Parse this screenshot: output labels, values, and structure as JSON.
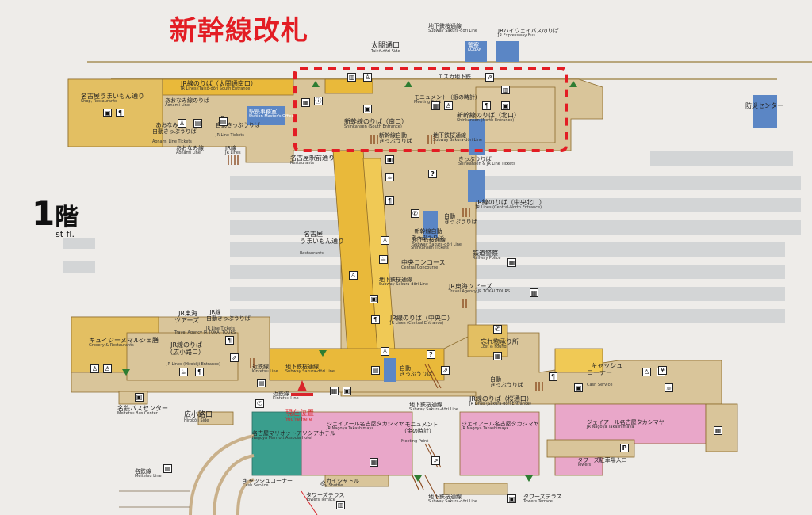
{
  "title": {
    "main": "新幹線改札"
  },
  "floor": {
    "number": "1",
    "kanji": "階",
    "en": "st fl."
  },
  "labels": {
    "taiko_exit": {
      "ja": "太閤通口",
      "en": "Taikō-dōri Side"
    },
    "subway_top": {
      "ja": "地下鉄桜通線",
      "en": "Subway Sakura-dōri Line"
    },
    "koban": {
      "ja": "警察",
      "en": "KOBAN"
    },
    "jr_highway_bus": {
      "ja": "JRハイウェイバスのりば",
      "en": "JR Expressway Bus"
    },
    "escalator_down": {
      "ja": "エスカ地下鉄"
    },
    "bousai": {
      "ja": "防災センター"
    },
    "jr_taiko_south": {
      "ja": "JR線のりば（太閤通南口）",
      "en": "JR Lines (Taikō-dōri South Entrance)"
    },
    "umaimon_top": {
      "ja": "名古屋うまいもん通り",
      "en": "Shop, Restaurants"
    },
    "aonami_ticket": {
      "ja": "あおなみ線のりば",
      "en": "Aonami Line"
    },
    "aonami_auto": {
      "ja": "あおなみ線\n自動きっぷうりば",
      "en": "Aonami Line Tickets"
    },
    "jr_auto": {
      "ja": "JR\n自動きっぷうりば",
      "en": "JR Line Tickets"
    },
    "stationmaster": {
      "ja": "駅長事務室",
      "en": "Station Master's Office"
    },
    "aonami_line": {
      "ja": "あおなみ線",
      "en": "Aonami Line"
    },
    "jr_lines": {
      "ja": "JR線",
      "en": "JR Lines"
    },
    "shinkansen_south": {
      "ja": "新幹線のりば（南口）",
      "en": "Shinkansen (South Entrance)"
    },
    "monument_silver": {
      "ja": "モニュメント（銀の時計）",
      "en": "Meeting Point"
    },
    "shinkansen_north": {
      "ja": "新幹線のりば（北口）",
      "en": "Shinkansen (North Entrance)"
    },
    "shinkansen_tickets_1": {
      "ja": "新幹線自動\nきっぷうりば"
    },
    "subway_mid": {
      "ja": "地下鉄桜通線",
      "en": "Subway Sakura-dōri Line"
    },
    "shinkansen_jr_tickets": {
      "ja": "きっぷうりば",
      "en": "Shinkansen & JR Line Tickets"
    },
    "meieki_ekimae": {
      "ja": "名古屋駅前通り",
      "en": "Restaurants"
    },
    "jr_central_north": {
      "ja": "JR線のりば（中央北口）",
      "en": "JR Lines (Central-North Entrance)"
    },
    "auto_ticket": {
      "ja": "自動\nきっぷうりば"
    },
    "shinkansen_tickets_2": {
      "ja": "新幹線自動\nきっぷうりば",
      "en": "Shinkansen Tickets"
    },
    "umaimon_mid": {
      "ja": "名古屋\nうまいもん通り",
      "en": "Restaurants"
    },
    "subway_2": {
      "ja": "地下鉄桜通線",
      "en": "Subway Sakura-dōri Line"
    },
    "railway_police": {
      "ja": "鉄道警察",
      "en": "Railway Police"
    },
    "central_concourse": {
      "ja": "中央コンコース",
      "en": "Central Concourse"
    },
    "subway_3": {
      "ja": "地下鉄桜通線",
      "en": "Subway Sakura-dōri Line"
    },
    "jr_tokai_tours": {
      "ja": "JR東海ツアーズ",
      "en": "Travel Agency JR TOKAI TOURS"
    },
    "jr_tokai_tours_left": {
      "ja": "JR東海\nツアーズ",
      "en": "Travel Agency JR TOKAI TOURS"
    },
    "jr_auto_left": {
      "ja": "JR線\n自動きっぷうりば",
      "en": "JR Line Tickets"
    },
    "jr_central": {
      "ja": "JR線のりば（中央口）",
      "en": "JR Lines (Central Entrance)"
    },
    "kiyoshi": {
      "ja": "キュイジーヌマルシェ膳",
      "en": "Grocery & Restaurants"
    },
    "jr_hirokoji": {
      "ja": "JR線のりば\n（広小路口）",
      "en": "JR Lines (Hirokōji Entrance)"
    },
    "lost_found": {
      "ja": "忘れ物承り所",
      "en": "Lost & Found"
    },
    "cash_corner_right": {
      "ja": "キャッシュ\nコーナー",
      "en": "Cash Service"
    },
    "kintetsu_left": {
      "ja": "近鉄線",
      "en": "Kintetsu Line"
    },
    "subway_4": {
      "ja": "地下鉄桜通線",
      "en": "Subway Sakura-dōri Line"
    },
    "kintetsu_left2": {
      "ja": "近鉄線",
      "en": "Kintetsu Line"
    },
    "auto_ticket_2": {
      "ja": "自動\nきっぷうりば"
    },
    "auto_ticket_3": {
      "ja": "自動\nきっぷうりば"
    },
    "meitetsu_bus": {
      "ja": "名鉄バスセンター",
      "en": "Meitetsu Bus Center"
    },
    "hirokoji_side": {
      "ja": "広小路口",
      "en": "Hirokōji Side"
    },
    "current_pos": {
      "ja": "現在位置",
      "en": "You're here"
    },
    "marriott": {
      "ja": "名古屋マリオットアソシアホテル",
      "en": "Nagoya Marriott Associa Hotel"
    },
    "takashimaya_1": {
      "ja": "ジェイアール名古屋タカシマヤ",
      "en": "JR Nagoya Takashimaya"
    },
    "monument_gold": {
      "ja": "モニュメント\n（金の時計）",
      "en": "Meeting Point"
    },
    "takashimaya_2": {
      "ja": "ジェイアール名古屋タカシマヤ",
      "en": "JR Nagoya Takashimaya"
    },
    "jr_sakura": {
      "ja": "JR線のりば（桜通口）",
      "en": "JR Lines (Sakura-dōri Entrance)"
    },
    "subway_5": {
      "ja": "地下鉄桜通線",
      "en": "Subway Sakura-dōri Line"
    },
    "takashimaya_3": {
      "ja": "ジェイアール名古屋タカシマヤ",
      "en": "JR Nagoya Takashimaya"
    },
    "towers_parking": {
      "ja": "タワーズ駐車場入口",
      "en": "Towers"
    },
    "meitetsu_line": {
      "ja": "名鉄線",
      "en": "Meitetsu Line"
    },
    "cash_corner_left": {
      "ja": "キャッシュコーナー",
      "en": "Cash Service"
    },
    "sky_shuttle": {
      "ja": "スカイシャトル",
      "en": "Sky Shuttle"
    },
    "towers_terrace_left": {
      "ja": "タワーズテラス",
      "en": "Towers Terrace"
    },
    "subway_6": {
      "ja": "地下鉄桜通線",
      "en": "Subway Sakura-dōri Line"
    },
    "towers_terrace_right": {
      "ja": "タワーズテラス",
      "en": "Towers Terrace"
    },
    "parking_p": {
      "ja": "P"
    }
  },
  "colors": {
    "corridor": "#e9b93a",
    "zone": "#d8c59c",
    "shop": "#e6c870",
    "dept": "#e9a7c9",
    "hotel": "#3a9e8d",
    "info": "#5b86c5",
    "platform": "#cfd2d3",
    "highlight": "#e31d24"
  }
}
